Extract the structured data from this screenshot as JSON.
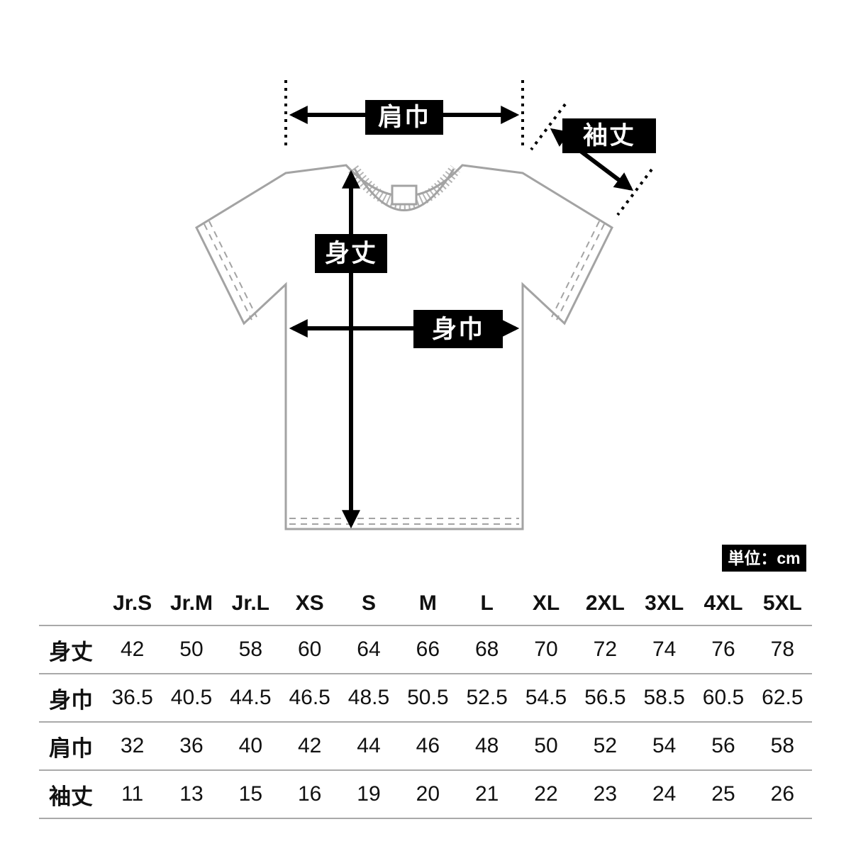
{
  "diagram": {
    "labels": {
      "shoulder_width": "肩巾",
      "sleeve_length": "袖丈",
      "body_length": "身丈",
      "body_width": "身巾"
    },
    "unit_label": "単位：cm"
  },
  "size_table": {
    "columns": [
      "Jr.S",
      "Jr.M",
      "Jr.L",
      "XS",
      "S",
      "M",
      "L",
      "XL",
      "2XL",
      "3XL",
      "4XL",
      "5XL"
    ],
    "rows": [
      {
        "label": "身丈",
        "values": [
          "42",
          "50",
          "58",
          "60",
          "64",
          "66",
          "68",
          "70",
          "72",
          "74",
          "76",
          "78"
        ]
      },
      {
        "label": "身巾",
        "values": [
          "36.5",
          "40.5",
          "44.5",
          "46.5",
          "48.5",
          "50.5",
          "52.5",
          "54.5",
          "56.5",
          "58.5",
          "60.5",
          "62.5"
        ]
      },
      {
        "label": "肩巾",
        "values": [
          "32",
          "36",
          "40",
          "42",
          "44",
          "46",
          "48",
          "50",
          "52",
          "54",
          "56",
          "58"
        ]
      },
      {
        "label": "袖丈",
        "values": [
          "11",
          "13",
          "15",
          "16",
          "19",
          "20",
          "21",
          "22",
          "23",
          "24",
          "25",
          "26"
        ]
      }
    ]
  }
}
